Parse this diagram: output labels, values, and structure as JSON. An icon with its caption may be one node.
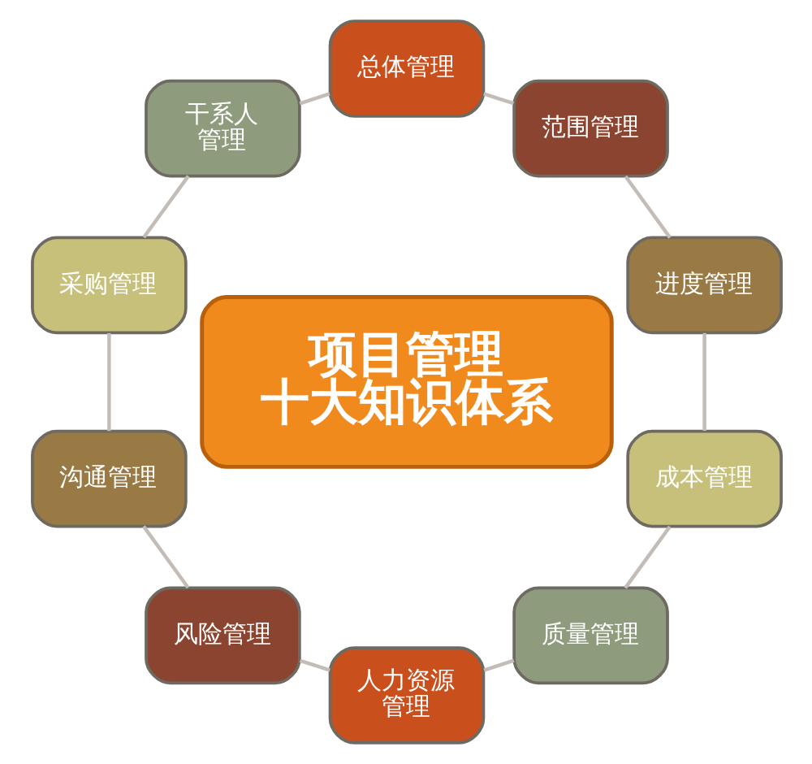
{
  "diagram": {
    "nodes": [
      {
        "text": [
          "项目管理十大知识体系"
        ]
      },
      {
        "text": [
          "总体管理"
        ]
      },
      {
        "text": [
          "范围管理"
        ]
      },
      {
        "text": [
          "进度管理"
        ]
      },
      {
        "text": [
          "成本管理"
        ]
      },
      {
        "text": [
          "质量管理"
        ]
      },
      {
        "text": [
          "人力资源管理"
        ]
      },
      {
        "text": [
          "风险管理"
        ]
      },
      {
        "text": [
          "沟通管理"
        ]
      },
      {
        "text": [
          "采购管理"
        ]
      },
      {
        "text": [
          "干系人管理"
        ]
      }
    ],
    "edges": [
      {
        "from": 1,
        "to": 2,
        "arrow": "none"
      },
      {
        "from": 2,
        "to": 3,
        "arrow": "none"
      },
      {
        "from": 3,
        "to": 4,
        "arrow": "none"
      },
      {
        "from": 4,
        "to": 5,
        "arrow": "none"
      },
      {
        "from": 5,
        "to": 6,
        "arrow": "none"
      },
      {
        "from": 6,
        "to": 7,
        "arrow": "none"
      },
      {
        "from": 7,
        "to": 8,
        "arrow": "none"
      },
      {
        "from": 8,
        "to": 9,
        "arrow": "none"
      },
      {
        "from": 9,
        "to": 10,
        "arrow": "none"
      },
      {
        "from": 10,
        "to": 1,
        "arrow": "none"
      }
    ]
  }
}
